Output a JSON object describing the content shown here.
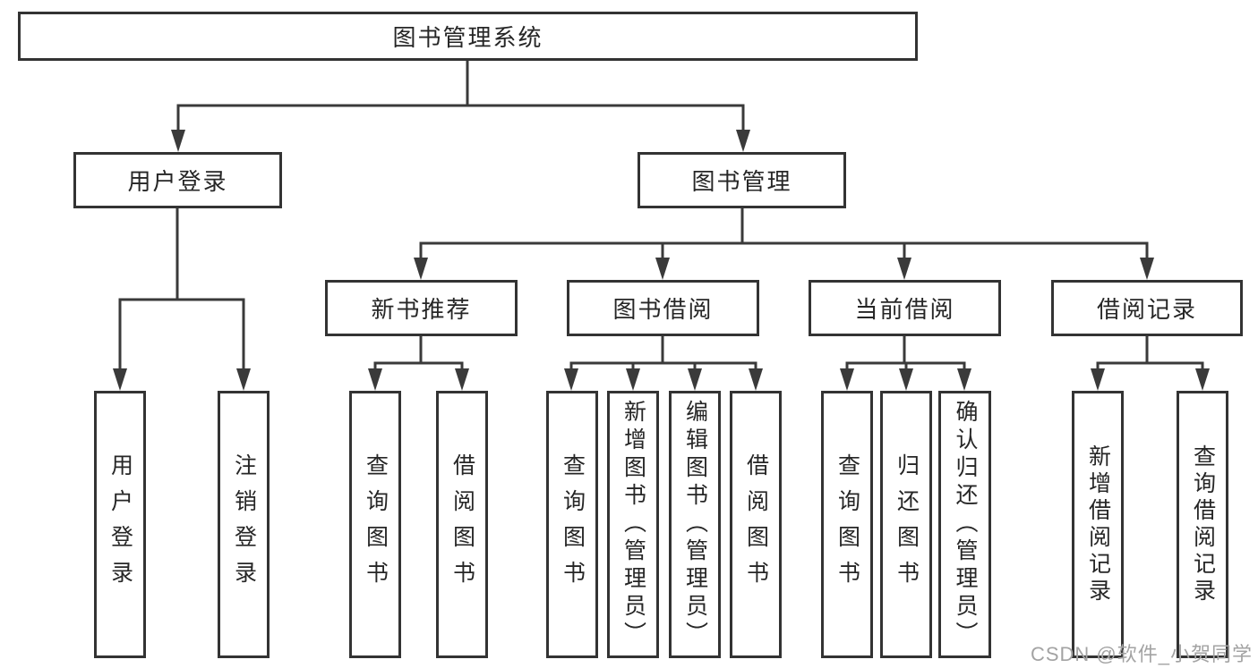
{
  "colors": {
    "background": "#ffffff",
    "line": "#3a3a3a",
    "border": "#333333",
    "text": "#262626",
    "watermark": "#a3a3a3"
  },
  "watermark": {
    "text": "CSDN @软件_小贺同学"
  },
  "tree": {
    "root": {
      "label": "图书管理系统",
      "children": [
        {
          "label": "用户登录",
          "children": [
            {
              "label": "用户登录"
            },
            {
              "label": "注销登录"
            }
          ]
        },
        {
          "label": "图书管理",
          "children": [
            {
              "label": "新书推荐",
              "children": [
                {
                  "label": "查询图书"
                },
                {
                  "label": "借阅图书"
                }
              ]
            },
            {
              "label": "图书借阅",
              "children": [
                {
                  "label": "查询图书"
                },
                {
                  "label": "新增图书（管理员）"
                },
                {
                  "label": "编辑图书（管理员）"
                },
                {
                  "label": "借阅图书"
                }
              ]
            },
            {
              "label": "当前借阅",
              "children": [
                {
                  "label": "查询图书"
                },
                {
                  "label": "归还图书"
                },
                {
                  "label": "确认归还（管理员）"
                }
              ]
            },
            {
              "label": "借阅记录",
              "children": [
                {
                  "label": "新增借阅记录"
                },
                {
                  "label": "查询借阅记录"
                }
              ]
            }
          ]
        }
      ]
    }
  }
}
